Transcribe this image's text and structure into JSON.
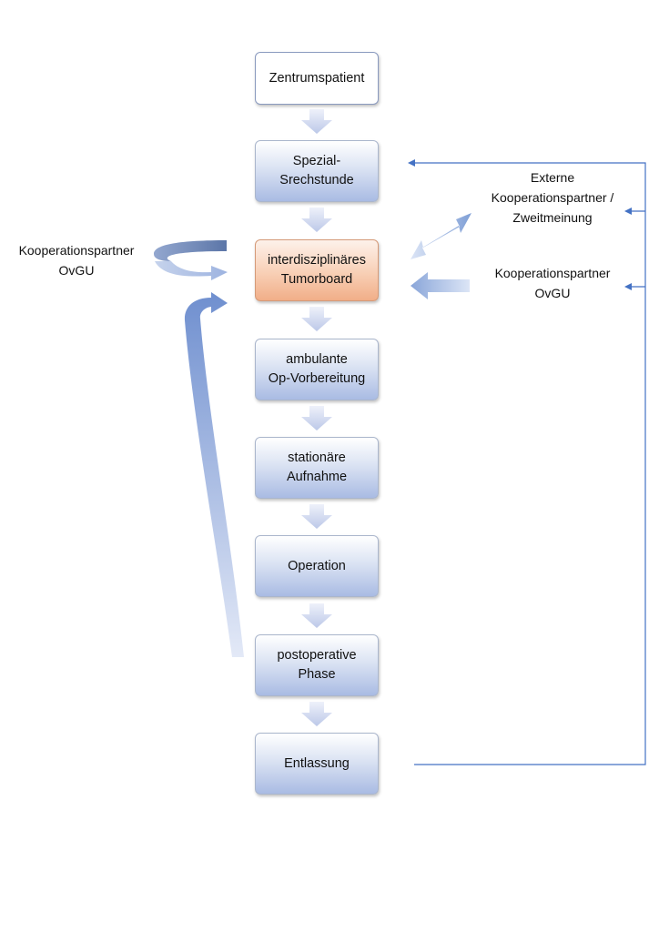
{
  "steps": [
    {
      "id": "zentrumspatient",
      "lines": [
        "Zentrumspatient"
      ]
    },
    {
      "id": "spezial-sprechstunde",
      "lines": [
        "Spezial-",
        "Srechstunde"
      ]
    },
    {
      "id": "tumorboard",
      "lines": [
        "interdisziplinäres",
        "Tumorboard"
      ]
    },
    {
      "id": "op-vorbereitung",
      "lines": [
        "ambulante",
        "Op-Vorbereitung"
      ]
    },
    {
      "id": "stationaere-aufnahme",
      "lines": [
        "stationäre",
        "Aufnahme"
      ]
    },
    {
      "id": "operation",
      "lines": [
        "Operation"
      ]
    },
    {
      "id": "postoperative-phase",
      "lines": [
        "postoperative",
        "Phase"
      ]
    },
    {
      "id": "entlassung",
      "lines": [
        "Entlassung"
      ]
    }
  ],
  "side_labels": {
    "left_partner": [
      "Kooperationspartner",
      "OvGU"
    ],
    "right_external": [
      "Externe",
      "Kooperationspartner /",
      "Zweitmeinung"
    ],
    "right_partner": [
      "Kooperationspartner",
      "OvGU"
    ]
  },
  "colors": {
    "flow_arrow": "#c9d2ec",
    "connector_line": "#4472c4",
    "highlight_box": "#f4b183",
    "step_box": "#a9bbe3"
  }
}
